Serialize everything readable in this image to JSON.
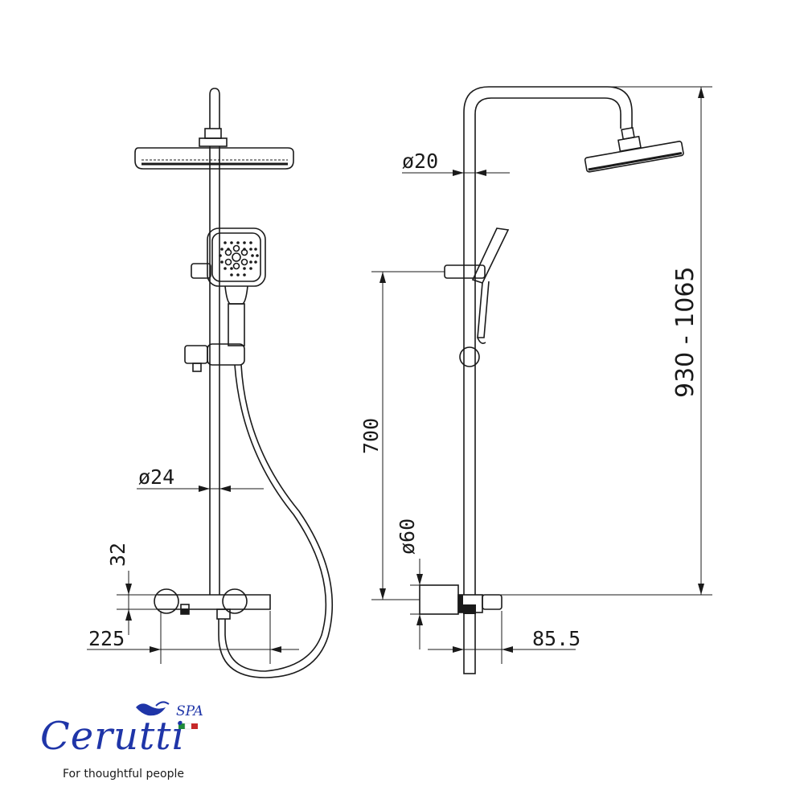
{
  "dimensions": {
    "front_bar_diameter": "ø24",
    "front_offset_height": "32",
    "front_center_distance": "225",
    "side_pipe_diameter": "ø20",
    "side_slider_height": "700",
    "side_flange_diameter": "ø60",
    "side_wall_offset": "85.5",
    "total_height": "930 - 1065"
  },
  "brand": {
    "name": "Cerutti",
    "suffix": "SPA",
    "tagline": "For thoughtful people",
    "colors": {
      "blue": "#1f35a8",
      "flag_green": "#1f8a3a",
      "flag_red": "#c62828"
    }
  }
}
